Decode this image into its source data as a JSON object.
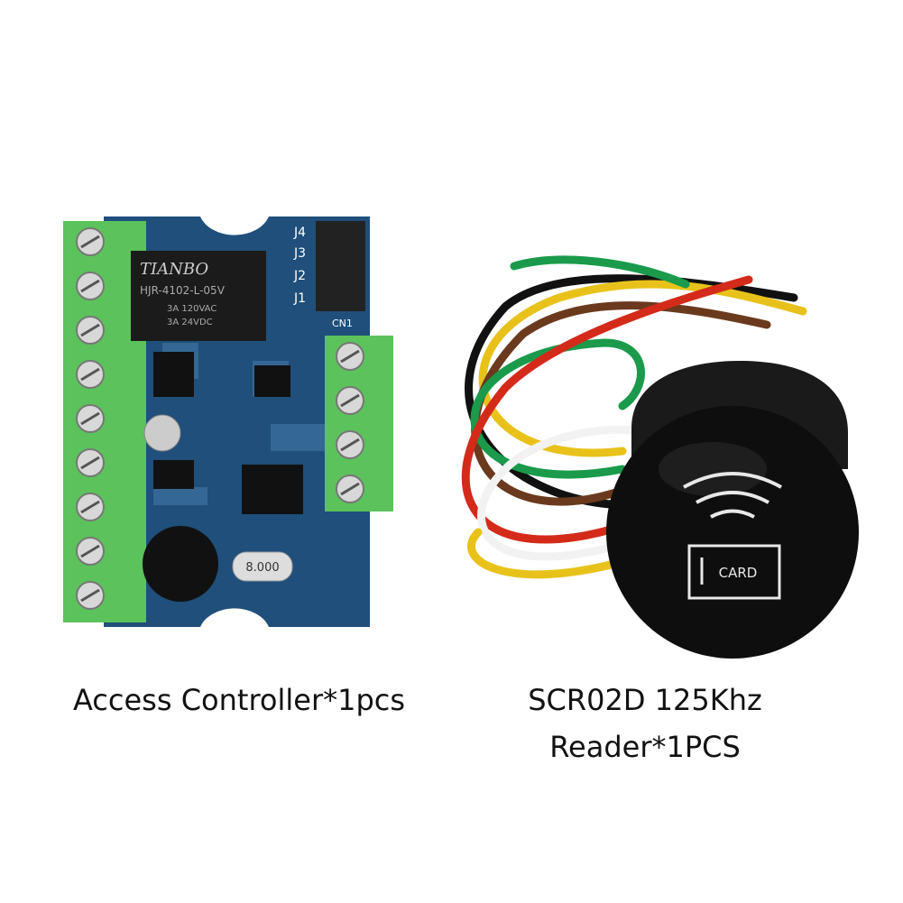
{
  "products": [
    {
      "caption": "Access Controller*1pcs",
      "relay_brand": "TIANBO",
      "relay_model": "HJR-4102-L-05V",
      "relay_rating_1": "3A 120VAC",
      "relay_rating_2": "3A 24VDC",
      "crystal_label": "8.000",
      "jumpers": [
        "J4",
        "J3",
        "J2",
        "J1"
      ],
      "connector_label": "CN1"
    },
    {
      "caption_line1": "SCR02D 125Khz",
      "caption_line2": "Reader*1PCS",
      "card_label": "CARD"
    }
  ],
  "colors": {
    "pcb": "#1f4f7a",
    "terminal": "#5cc25c",
    "reader": "#111111",
    "wires": [
      "#1a9a4a",
      "#e8c21a",
      "#d42a1a",
      "#6b3a1e",
      "#111111",
      "#f2f2f2"
    ]
  }
}
